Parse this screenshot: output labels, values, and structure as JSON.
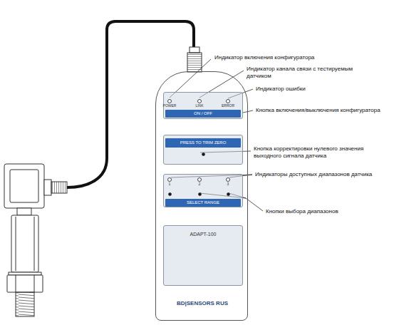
{
  "diagram": {
    "nodes": [
      {
        "text": [
          "BD|SENSORS RUS"
        ]
      },
      {
        "text": [
          "POWER",
          "LINK",
          "ERROR",
          "ON / OFF"
        ],
        "in": 0
      },
      {
        "text": [
          "PRESS TO TRIM ZERO"
        ],
        "in": 0
      },
      {
        "text": [
          "1",
          "2",
          "3",
          "SELECT RANGE"
        ],
        "in": 0
      },
      {
        "text": [
          "ADAPT-100"
        ],
        "in": 0
      }
    ],
    "labels": [
      "Индикатор включения конфигуратора",
      "Индикатор канала связи с тестируемым датчиком",
      "Индикатор ошибки",
      "Кнопка включения/выключения конфигуратора",
      "Кнопка корректировки нулевого значения выходного сигнала датчика",
      "Индикаторы доступных диапазонов датчика",
      "Кнопки выбора диапазонов"
    ]
  }
}
